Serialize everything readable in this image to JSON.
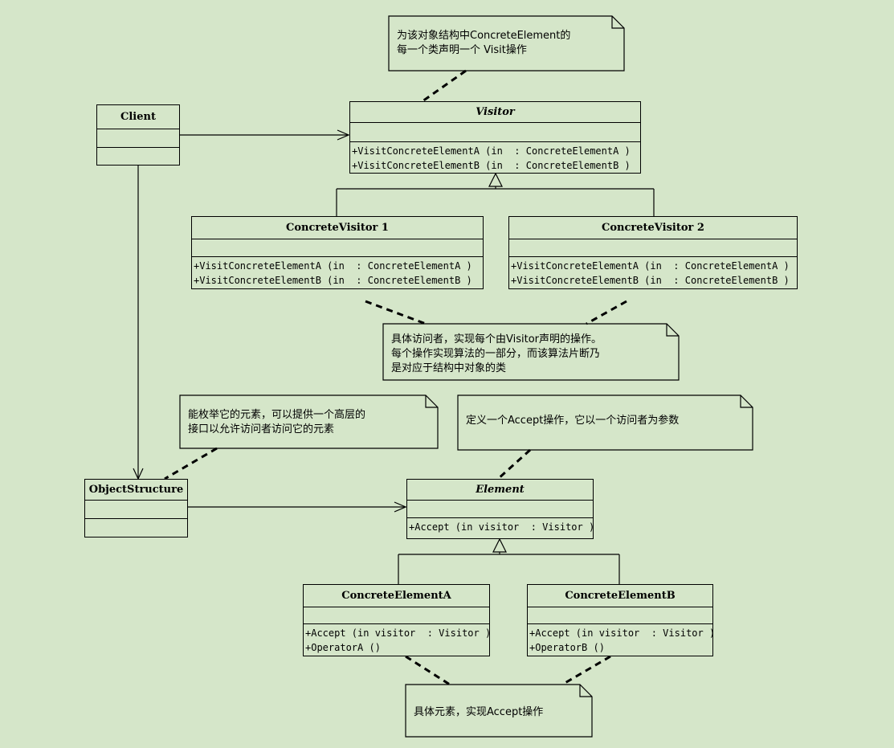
{
  "classes": {
    "client": {
      "name": "Client"
    },
    "visitor": {
      "name": "Visitor",
      "ops": [
        "+VisitConcreteElementA (in  : ConcreteElementA )",
        "+VisitConcreteElementB (in  : ConcreteElementB )"
      ]
    },
    "cv1": {
      "name": "ConcreteVisitor 1",
      "ops": [
        "+VisitConcreteElementA (in  : ConcreteElementA )",
        "+VisitConcreteElementB (in  : ConcreteElementB )"
      ]
    },
    "cv2": {
      "name": "ConcreteVisitor 2",
      "ops": [
        "+VisitConcreteElementA (in  : ConcreteElementA )",
        "+VisitConcreteElementB (in  : ConcreteElementB )"
      ]
    },
    "objstruct": {
      "name": "ObjectStructure"
    },
    "element": {
      "name": "Element",
      "ops": [
        "+Accept (in visitor  : Visitor )"
      ]
    },
    "cea": {
      "name": "ConcreteElementA",
      "ops": [
        "+Accept (in visitor  : Visitor )",
        "+OperatorA ()"
      ]
    },
    "ceb": {
      "name": "ConcreteElementB",
      "ops": [
        "+Accept (in visitor  : Visitor )",
        "+OperatorB ()"
      ]
    }
  },
  "notes": {
    "visitor_note": [
      "为该对象结构中ConcreteElement的",
      "每一个类声明一个 Visit操作"
    ],
    "cv_note": [
      "具体访问者，实现每个由Visitor声明的操作。",
      "每个操作实现算法的一部分，而该算法片断乃",
      "是对应于结构中对象的类"
    ],
    "os_note": [
      "能枚举它的元素，可以提供一个高层的",
      "接口以允许访问者访问它的元素"
    ],
    "element_note": [
      "定义一个Accept操作，它以一个访问者为参数"
    ],
    "ce_note": [
      "具体元素，实现Accept操作"
    ]
  },
  "colors": {
    "background": "#d5e6c9",
    "line": "#000000"
  }
}
